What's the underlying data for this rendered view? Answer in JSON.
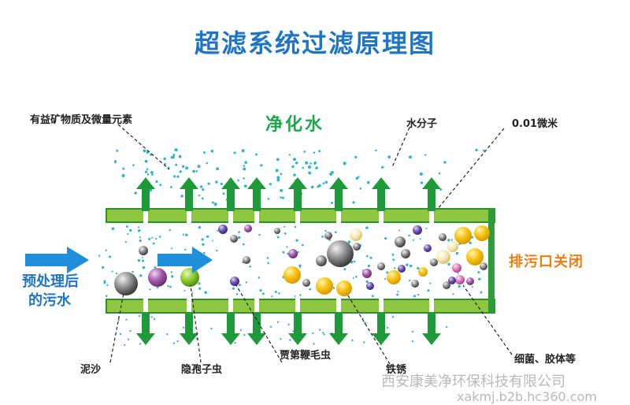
{
  "title": "超滤系统过滤原理图",
  "labels": {
    "minerals": "有益矿物质及微量元素",
    "clean_water": "净化水",
    "water_molecule": "水分子",
    "pore_size": "0.01微米",
    "drain": "排污口关闭",
    "inflow_line1": "预处理后",
    "inflow_line2": "的污水",
    "mud": "泥沙",
    "cyst": "隐孢子虫",
    "flagellate": "贾第鞭毛虫",
    "rust": "铁锈",
    "bacteria": "细菌、胶体等"
  },
  "watermark": {
    "company": "西安康美净环保科技有限公司",
    "url": "xakmj.b2b.hc360.com"
  },
  "colors": {
    "title": "#1f74c4",
    "membrane": "#8ec63f",
    "membrane_border": "#2f8f2f",
    "arrow_green": "#1e9a3a",
    "arrow_blue": "#1f8fdc",
    "dot": "#36b5c5",
    "label_green": "#1aa84a",
    "label_orange": "#f07c14"
  }
}
